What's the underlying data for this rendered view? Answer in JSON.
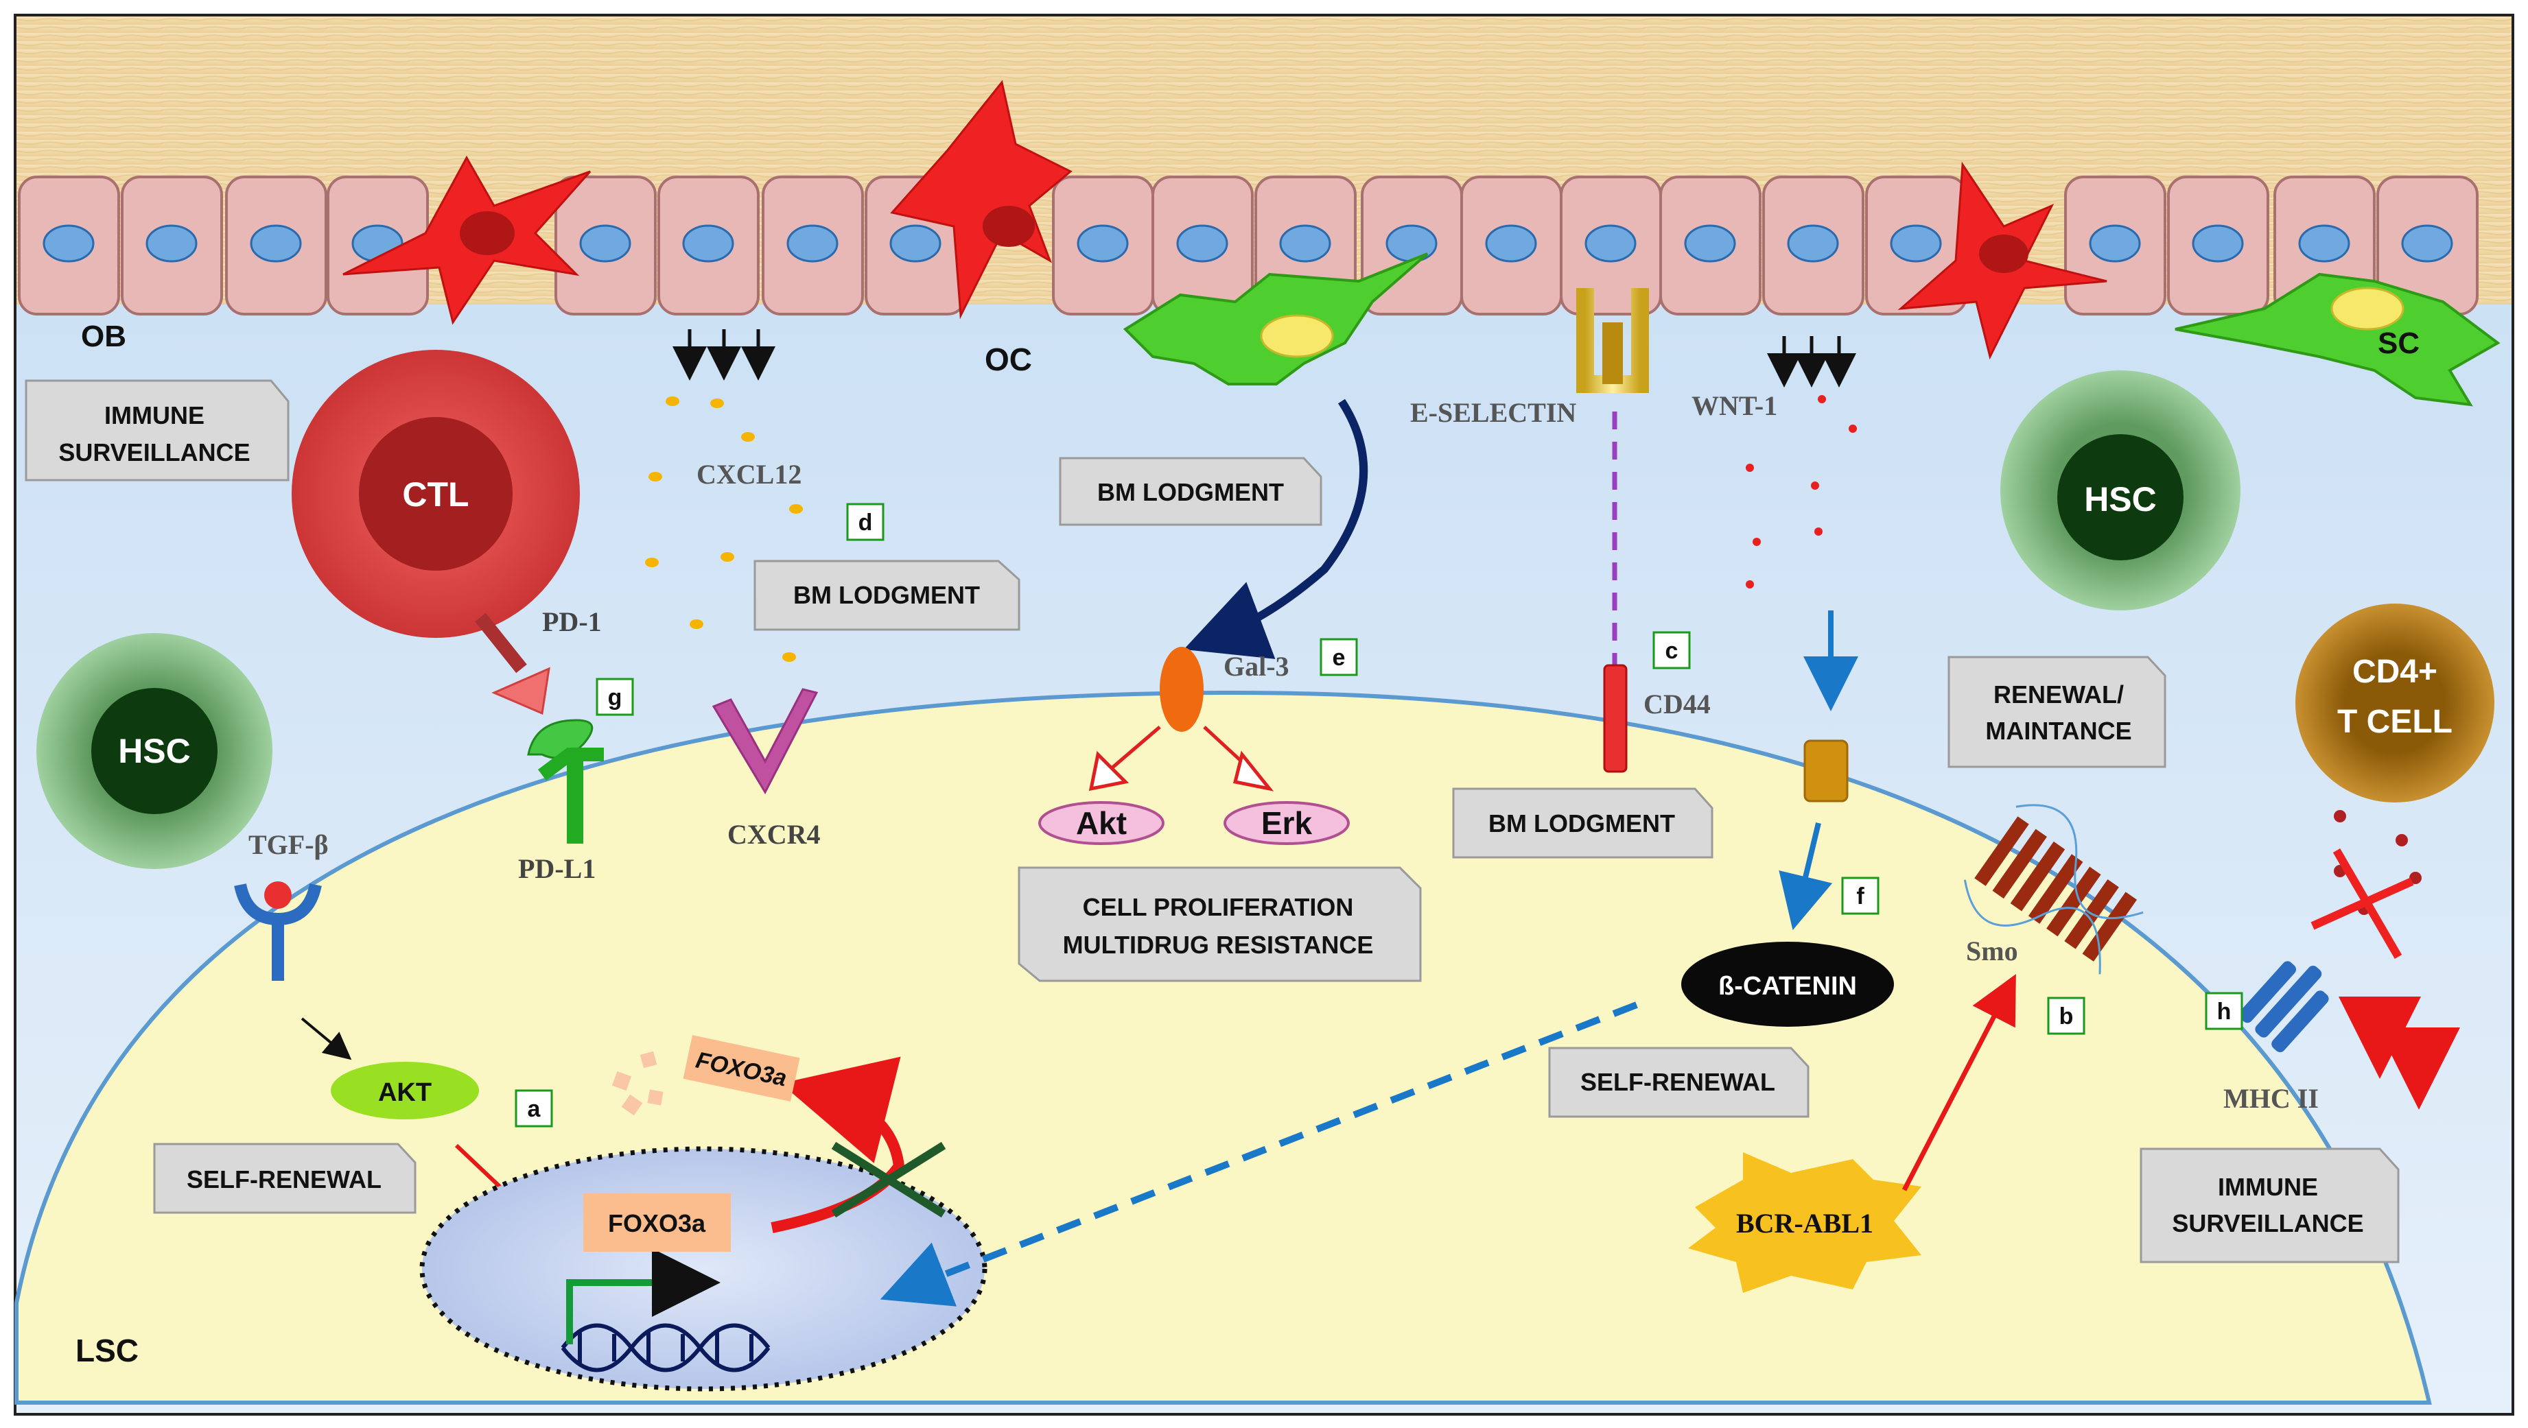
{
  "labels": {
    "ob": "OB",
    "oc": "OC",
    "sc": "SC",
    "lsc": "LSC",
    "ctl": "CTL",
    "hsc_top": "HSC",
    "hsc_left": "HSC",
    "cd4_line1": "CD4+",
    "cd4_line2": "T CELL",
    "cxcl12": "CXCL12",
    "cxcr4": "CXCR4",
    "pd1": "PD-1",
    "pdl1": "PD-L1",
    "tgfb": "TGF-β",
    "e_selectin": "E-SELECTIN",
    "wnt1": "WNT-1",
    "cd44": "CD44",
    "gal3": "Gal-3",
    "akt_pill": "Akt",
    "erk_pill": "Erk",
    "akt_oval": "AKT",
    "foxo3a_out": "FOXO3a",
    "foxo3a_in": "FOXO3a",
    "b_catenin": "ß-CATENIN",
    "smo": "Smo",
    "mhc2": "MHC II",
    "bcr_abl1": "BCR-ABL1"
  },
  "boxes": {
    "immune_surveillance_left": [
      "IMMUNE",
      "SURVEILLANCE"
    ],
    "bm_lodgment_d": "BM LODGMENT",
    "bm_lodgment_e": "BM LODGMENT",
    "bm_lodgment_c": "BM LODGMENT",
    "cell_prolif": [
      "CELL PROLIFERATION",
      "MULTIDRUG RESISTANCE"
    ],
    "renewal": [
      "RENEWAL/",
      "MAINTANCE"
    ],
    "self_renewal_left": "SELF-RENEWAL",
    "self_renewal_right": "SELF-RENEWAL",
    "immune_surveillance_right": [
      "IMMUNE",
      "SURVEILLANCE"
    ]
  },
  "letters": {
    "a": "a",
    "b": "b",
    "c": "c",
    "d": "d",
    "e": "e",
    "f": "f",
    "g": "g",
    "h": "h"
  },
  "colors": {
    "bone": "#f2dcae",
    "niche_bg": "#cfe3f5",
    "lsc_fill": "#fbf7c4",
    "osteoblast": "#e8b8b6",
    "osteoclast": "#ee2222",
    "stromal": "#4ecb2e",
    "ctl": "#dd4444",
    "hsc": "#7fbf7f",
    "cd4": "#a87010",
    "label_box": "#d9d9d9"
  }
}
